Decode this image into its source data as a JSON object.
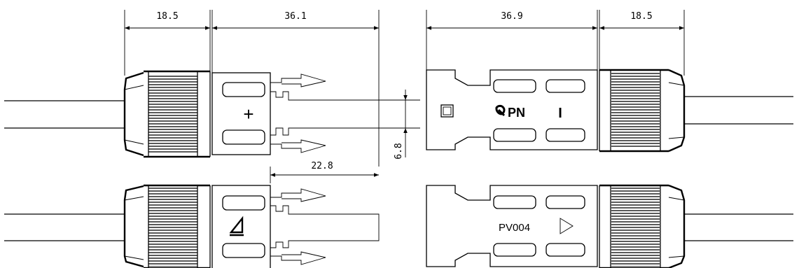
{
  "dimensions": {
    "left_nut_width": "18.5",
    "male_body_length": "36.1",
    "female_body_length": "36.9",
    "right_nut_width": "18.5",
    "pin_spacing": "6.8",
    "pin_length": "22.8"
  },
  "labels": {
    "plus_sign": "+",
    "brand_logo": "PN",
    "minus_mark": "I",
    "model": "PV004"
  }
}
